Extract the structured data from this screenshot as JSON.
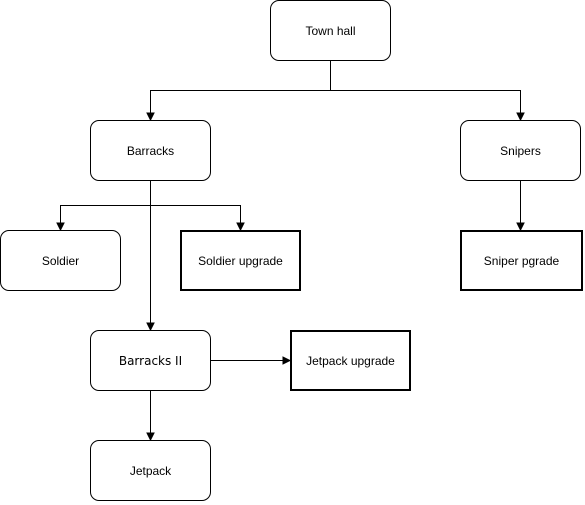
{
  "diagram": {
    "nodes": {
      "town_hall": "Town hall",
      "barracks": "Barracks",
      "snipers": "Snipers",
      "soldier": "Soldier",
      "soldier_upgrade": "Soldier upgrade",
      "sniper_upgrade": "Sniper pgrade",
      "barracks_ii": "Barracks II",
      "jetpack_upgrade": "Jetpack upgrade",
      "jetpack": "Jetpack"
    },
    "edges": [
      {
        "from": "Town hall",
        "to": "Barracks"
      },
      {
        "from": "Town hall",
        "to": "Snipers"
      },
      {
        "from": "Barracks",
        "to": "Soldier"
      },
      {
        "from": "Barracks",
        "to": "Soldier upgrade"
      },
      {
        "from": "Barracks",
        "to": "Barracks II"
      },
      {
        "from": "Snipers",
        "to": "Sniper pgrade"
      },
      {
        "from": "Barracks II",
        "to": "Jetpack upgrade"
      },
      {
        "from": "Barracks II",
        "to": "Jetpack"
      }
    ]
  },
  "colors": {
    "stroke": "#000000",
    "background": "#ffffff"
  }
}
